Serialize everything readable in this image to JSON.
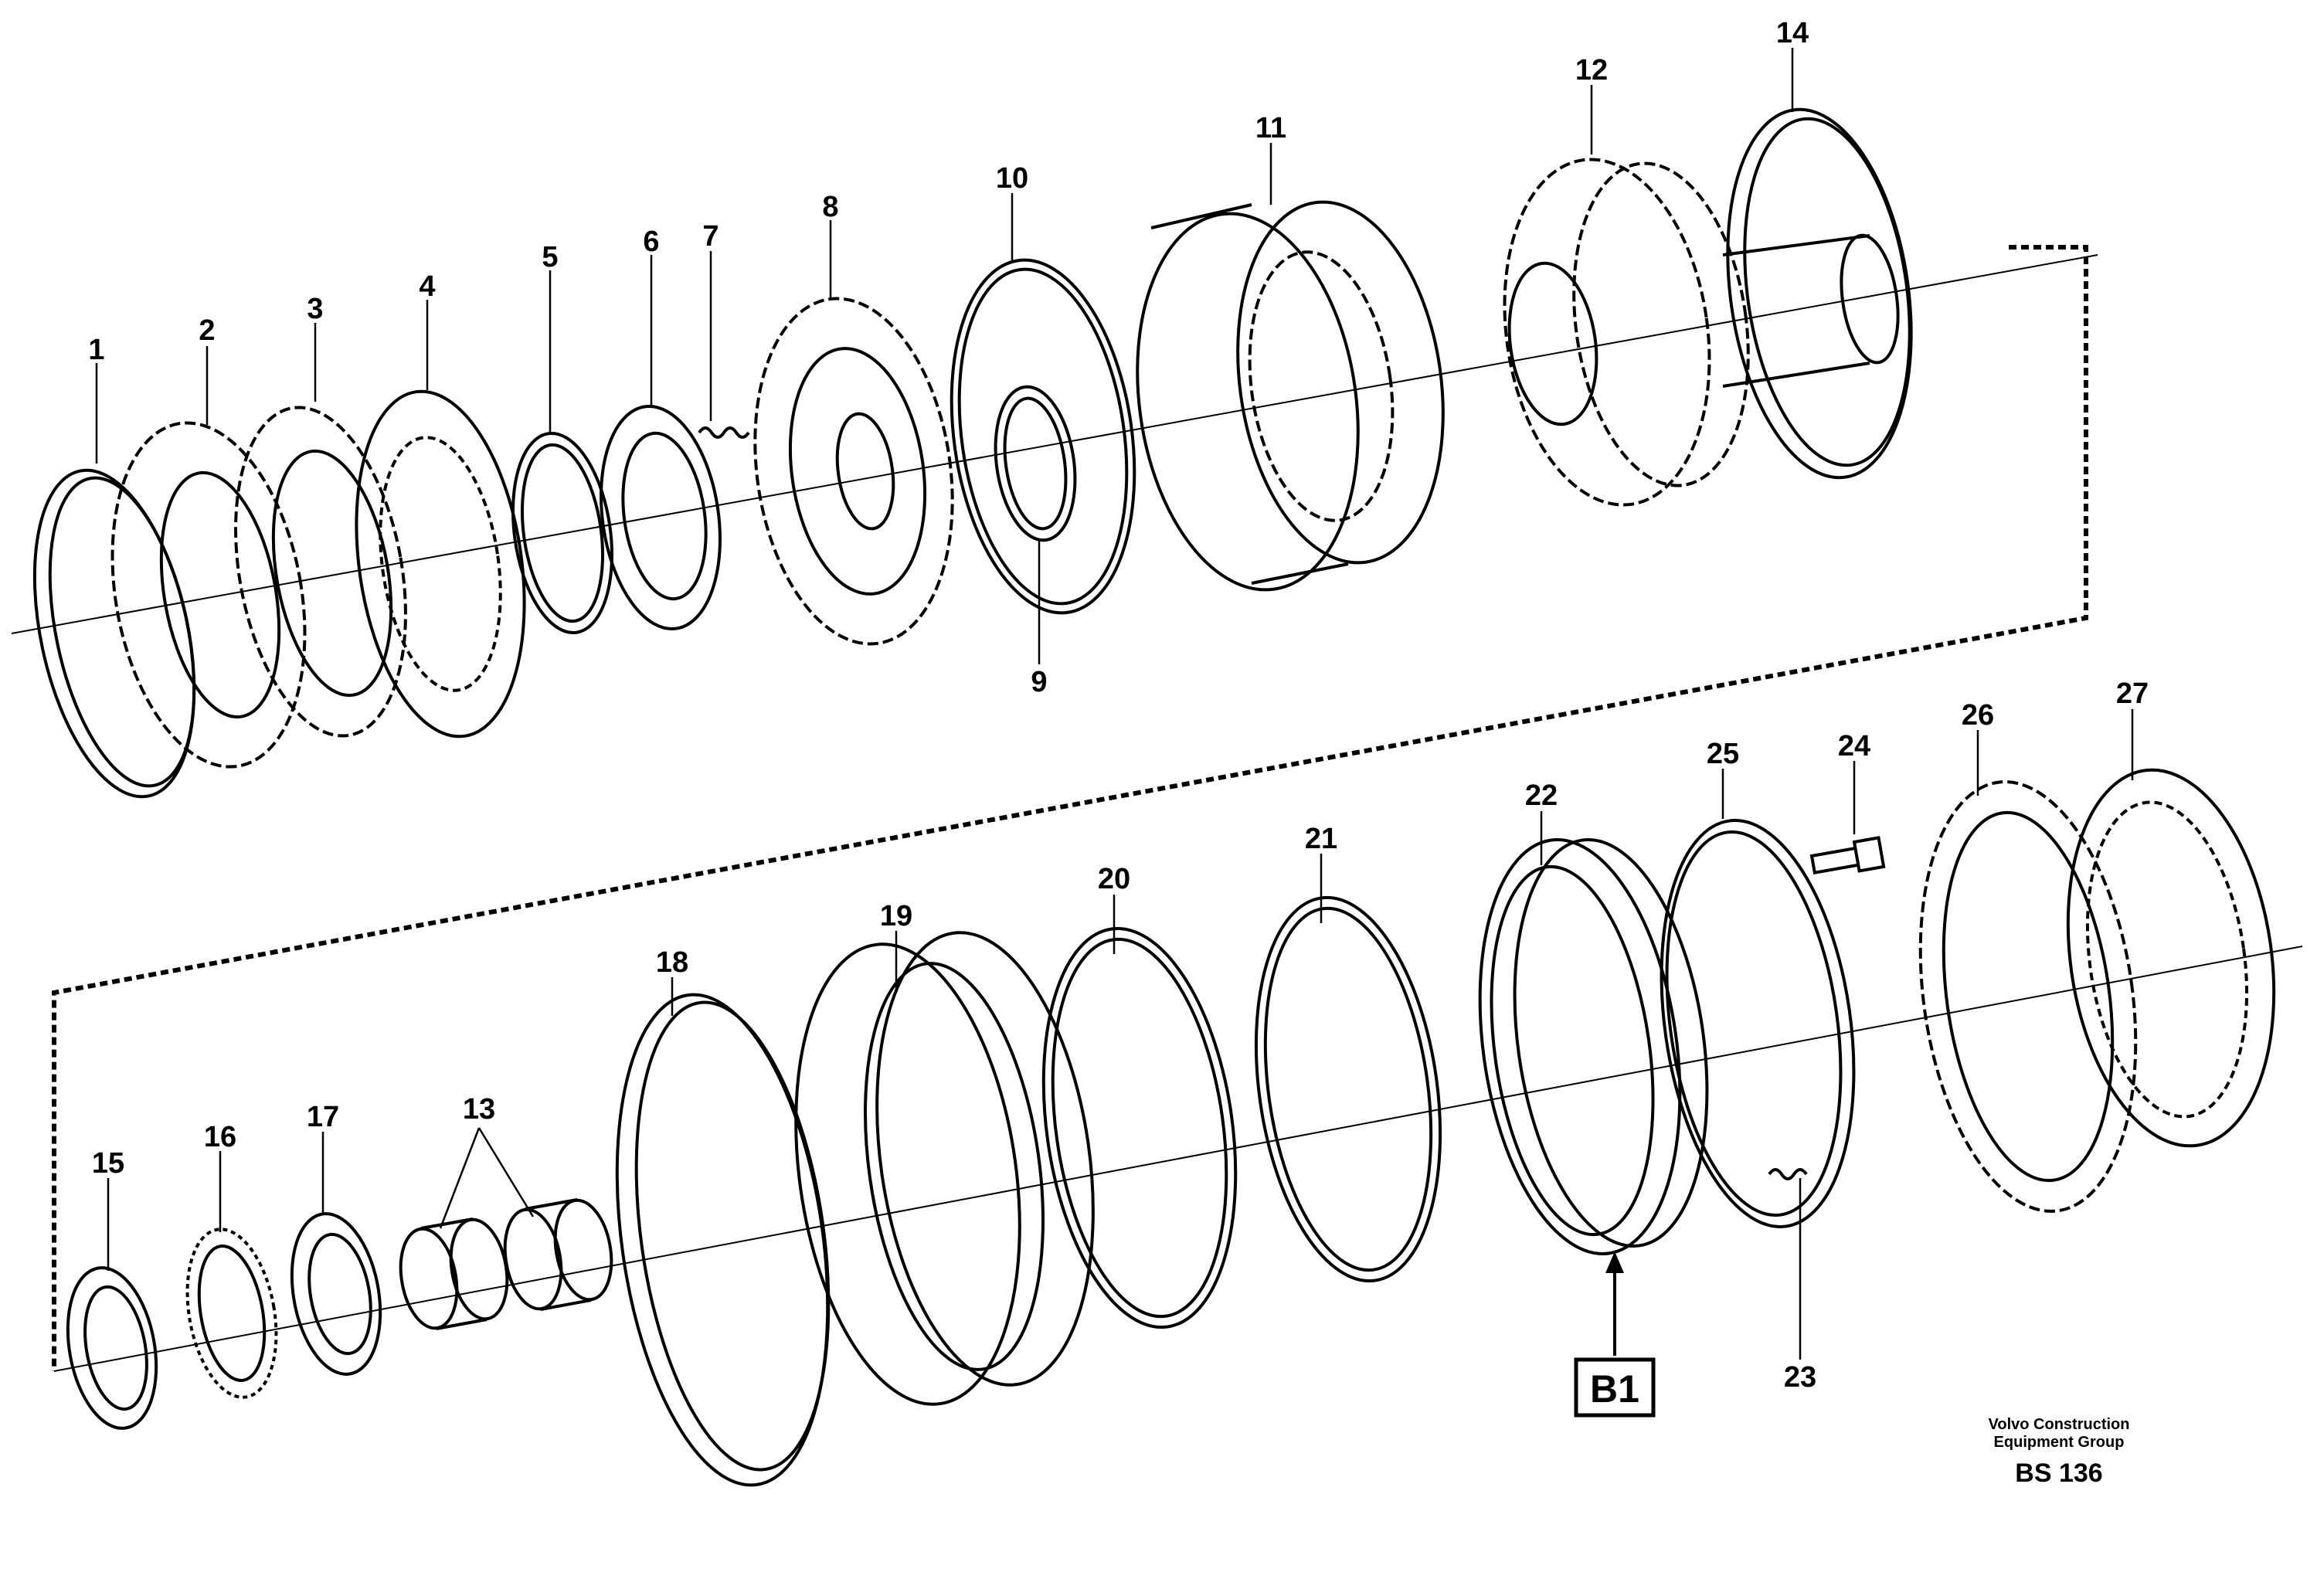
{
  "diagram": {
    "parts": [
      {
        "id": "1",
        "label": "1",
        "shape": "split-ring"
      },
      {
        "id": "2",
        "label": "2",
        "shape": "toothed-disc"
      },
      {
        "id": "3",
        "label": "3",
        "shape": "toothed-disc"
      },
      {
        "id": "4",
        "label": "4",
        "shape": "friction-disc"
      },
      {
        "id": "5",
        "label": "5",
        "shape": "ring"
      },
      {
        "id": "6",
        "label": "6",
        "shape": "spring-washer"
      },
      {
        "id": "7",
        "label": "7",
        "shape": "spring"
      },
      {
        "id": "8",
        "label": "8",
        "shape": "gear-hub"
      },
      {
        "id": "9",
        "label": "9",
        "shape": "ring"
      },
      {
        "id": "10",
        "label": "10",
        "shape": "ring"
      },
      {
        "id": "11",
        "label": "11",
        "shape": "drum"
      },
      {
        "id": "12",
        "label": "12",
        "shape": "gear-shaft"
      },
      {
        "id": "13",
        "label": "13",
        "shape": "bushing"
      },
      {
        "id": "14",
        "label": "14",
        "shape": "split-ring"
      },
      {
        "id": "15",
        "label": "15",
        "shape": "seal"
      },
      {
        "id": "16",
        "label": "16",
        "shape": "bearing"
      },
      {
        "id": "17",
        "label": "17",
        "shape": "bearing-race"
      },
      {
        "id": "18",
        "label": "18",
        "shape": "split-ring"
      },
      {
        "id": "19",
        "label": "19",
        "shape": "piston"
      },
      {
        "id": "20",
        "label": "20",
        "shape": "ring"
      },
      {
        "id": "21",
        "label": "21",
        "shape": "ring"
      },
      {
        "id": "22",
        "label": "22",
        "shape": "piston-ring"
      },
      {
        "id": "23",
        "label": "23",
        "shape": "spring"
      },
      {
        "id": "24",
        "label": "24",
        "shape": "screw"
      },
      {
        "id": "25",
        "label": "25",
        "shape": "spring-plate"
      },
      {
        "id": "26",
        "label": "26",
        "shape": "toothed-disc"
      },
      {
        "id": "27",
        "label": "27",
        "shape": "friction-disc"
      }
    ],
    "reference_box": "B1",
    "credit_line1": "Volvo Construction",
    "credit_line2": "Equipment Group",
    "figure_code": "BS 136"
  }
}
